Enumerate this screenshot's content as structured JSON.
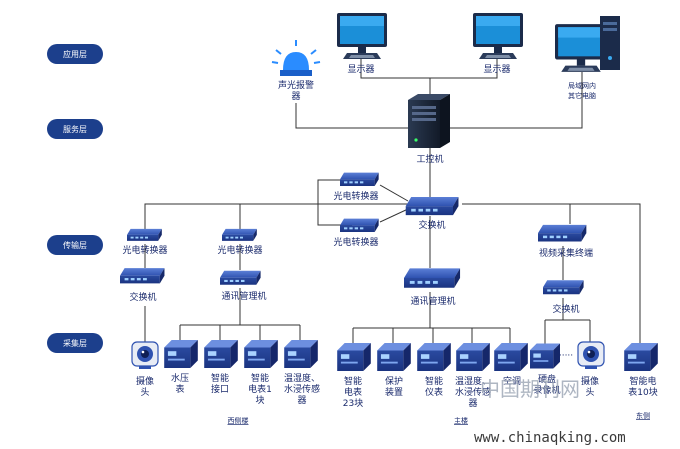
{
  "layers": {
    "app": "应用层",
    "service": "服务层",
    "transport": "传输层",
    "collect": "采集层"
  },
  "nodes": {
    "alarm": [
      "声光报警",
      "器"
    ],
    "display1": "显示器",
    "display2": "显示器",
    "lan_pc": [
      "局域网内",
      "其它电脑"
    ],
    "ipc": "工控机",
    "oe_top": "光电转换器",
    "oe_mid": "光电转换器",
    "switch_main": "交换机",
    "oe_left": "光电转换器",
    "oe_left2": "光电转换器",
    "switch_left": "交换机",
    "comm_mgr_left": "通讯管理机",
    "video_terminal": "视频采集终端",
    "comm_mgr_mid": "通讯管理机",
    "switch_right": "交换机",
    "camera_left": [
      "摄像",
      "头"
    ],
    "water_meter": [
      "水压",
      "表"
    ],
    "smart_port": [
      "智能",
      "接口"
    ],
    "meter_1": [
      "智能",
      "电表1",
      "块"
    ],
    "temp_sensor": [
      "温湿度、",
      "水浸传感",
      "器"
    ],
    "meter_23": [
      "智能",
      "电表",
      "23块"
    ],
    "protection": [
      "保护",
      "装置"
    ],
    "instrument": [
      "智能",
      "仪表"
    ],
    "temp_sensor2": [
      "温湿度、",
      "水浸传感",
      "器"
    ],
    "aircon": [
      "空调"
    ],
    "dvr": [
      "硬盘",
      "录像机"
    ],
    "camera_right": [
      "摄像",
      "头"
    ],
    "meter_10": [
      "智能电",
      "表10块"
    ],
    "dots": "·····"
  },
  "groups": {
    "west": "西侧楼",
    "main": "主楼",
    "east": "东侧"
  },
  "watermark": {
    "brand": "中国期刊网",
    "url": "www.chinaqking.com"
  },
  "colors": {
    "pill": "#1c3f8c",
    "device_blue": "#2f52b0",
    "device_dark": "#1e3a8a",
    "line": "#333333",
    "alarm_blue": "#2a8cff",
    "server": "#1f2b3d"
  }
}
